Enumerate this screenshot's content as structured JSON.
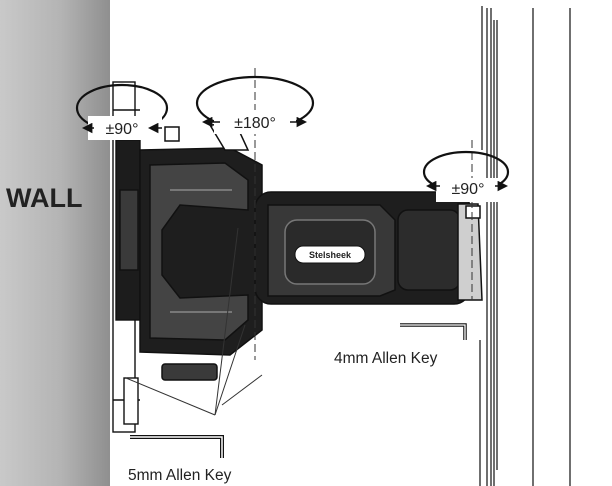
{
  "wall_label": "WALL",
  "brand_label": "Stelsheek",
  "rotations": {
    "wall_pivot": "±90°",
    "arm_pivot": "±180°",
    "tv_pivot": "±90°"
  },
  "tools": {
    "small_key": "4mm Allen Key",
    "large_key": "5mm Allen Key"
  }
}
